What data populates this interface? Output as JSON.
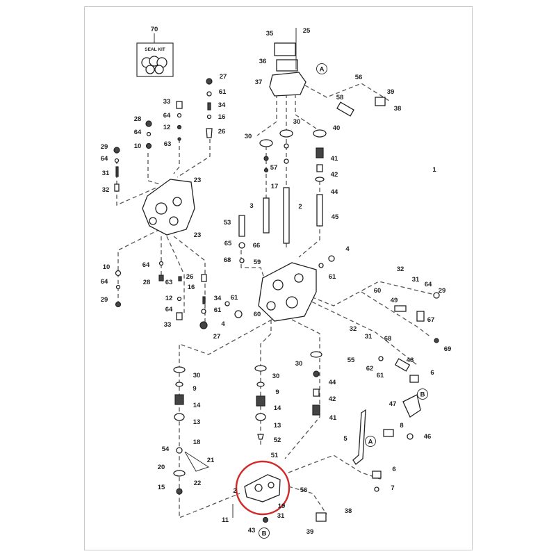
{
  "diagram": {
    "title": "Hydraulic control valve exploded parts diagram",
    "seal_kit_label": "SEAL KIT",
    "highlight_color": "#d02a2a",
    "callouts": [
      "70",
      "25",
      "35",
      "36",
      "37",
      "56",
      "39",
      "58",
      "38",
      "40",
      "27",
      "61",
      "33",
      "34",
      "64",
      "16",
      "28",
      "12",
      "26",
      "64",
      "63",
      "10",
      "30",
      "30",
      "29",
      "64",
      "41",
      "57",
      "31",
      "42",
      "23",
      "17",
      "32",
      "44",
      "1",
      "3",
      "2",
      "45",
      "23",
      "53",
      "65",
      "66",
      "4",
      "10",
      "64",
      "68",
      "59",
      "61",
      "32",
      "64",
      "28",
      "63",
      "26",
      "16",
      "31",
      "64",
      "29",
      "60",
      "12",
      "34",
      "61",
      "49",
      "29",
      "64",
      "61",
      "60",
      "4",
      "67",
      "33",
      "27",
      "32",
      "31",
      "68",
      "69",
      "30",
      "55",
      "62",
      "61",
      "48",
      "6",
      "30",
      "30",
      "44",
      "9",
      "9",
      "42",
      "14",
      "14",
      "47",
      "41",
      "13",
      "13",
      "8",
      "46",
      "5",
      "52",
      "18",
      "54",
      "51",
      "21",
      "20",
      "6",
      "22",
      "15",
      "56",
      "7",
      "2",
      "19",
      "38",
      "11",
      "31",
      "43",
      "39"
    ],
    "reference_markers": [
      "A",
      "B",
      "A",
      "B"
    ]
  }
}
